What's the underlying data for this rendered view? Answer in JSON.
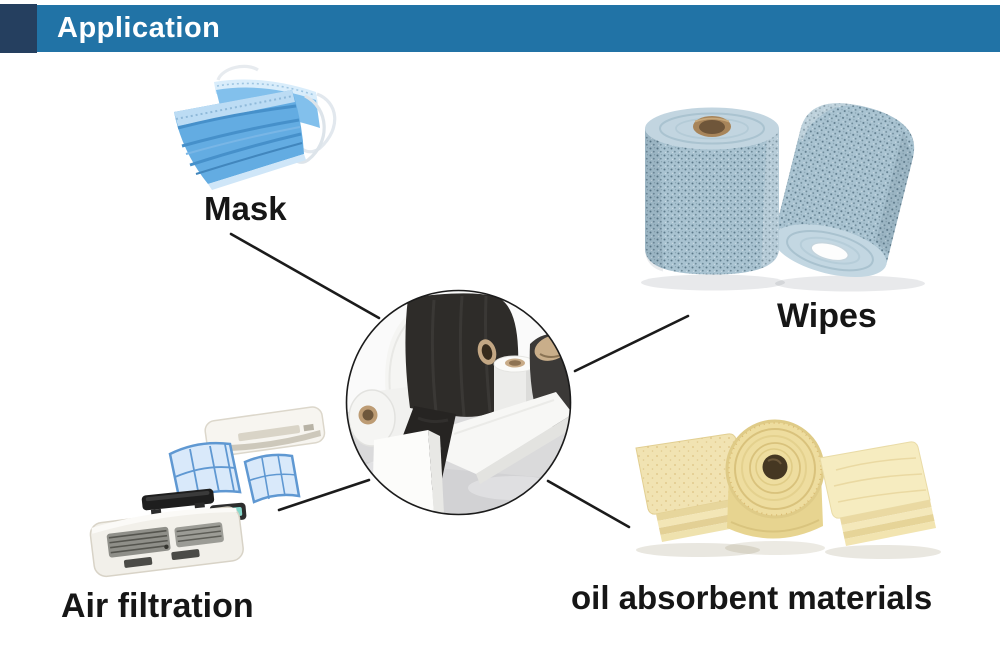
{
  "header": {
    "title": "Application",
    "colors": {
      "banner": "#2173a6",
      "accent_square": "#253f5f",
      "title": "#ffffff"
    }
  },
  "diagram": {
    "connector_color": "#1b1b1b",
    "label_color": "#161616",
    "center": {
      "image": "nonwoven-fabric-rolls-photo"
    },
    "items": [
      {
        "id": "mask",
        "label": "Mask",
        "image": "surgical-masks-photo"
      },
      {
        "id": "wipes",
        "label": "Wipes",
        "image": "wipe-rolls-photo"
      },
      {
        "id": "air_filtration",
        "label": "Air filtration",
        "image": "air-conditioner-filters-photo"
      },
      {
        "id": "oil_absorbent",
        "label": "oil absorbent materials",
        "image": "oil-absorbent-pads-photo"
      }
    ]
  }
}
